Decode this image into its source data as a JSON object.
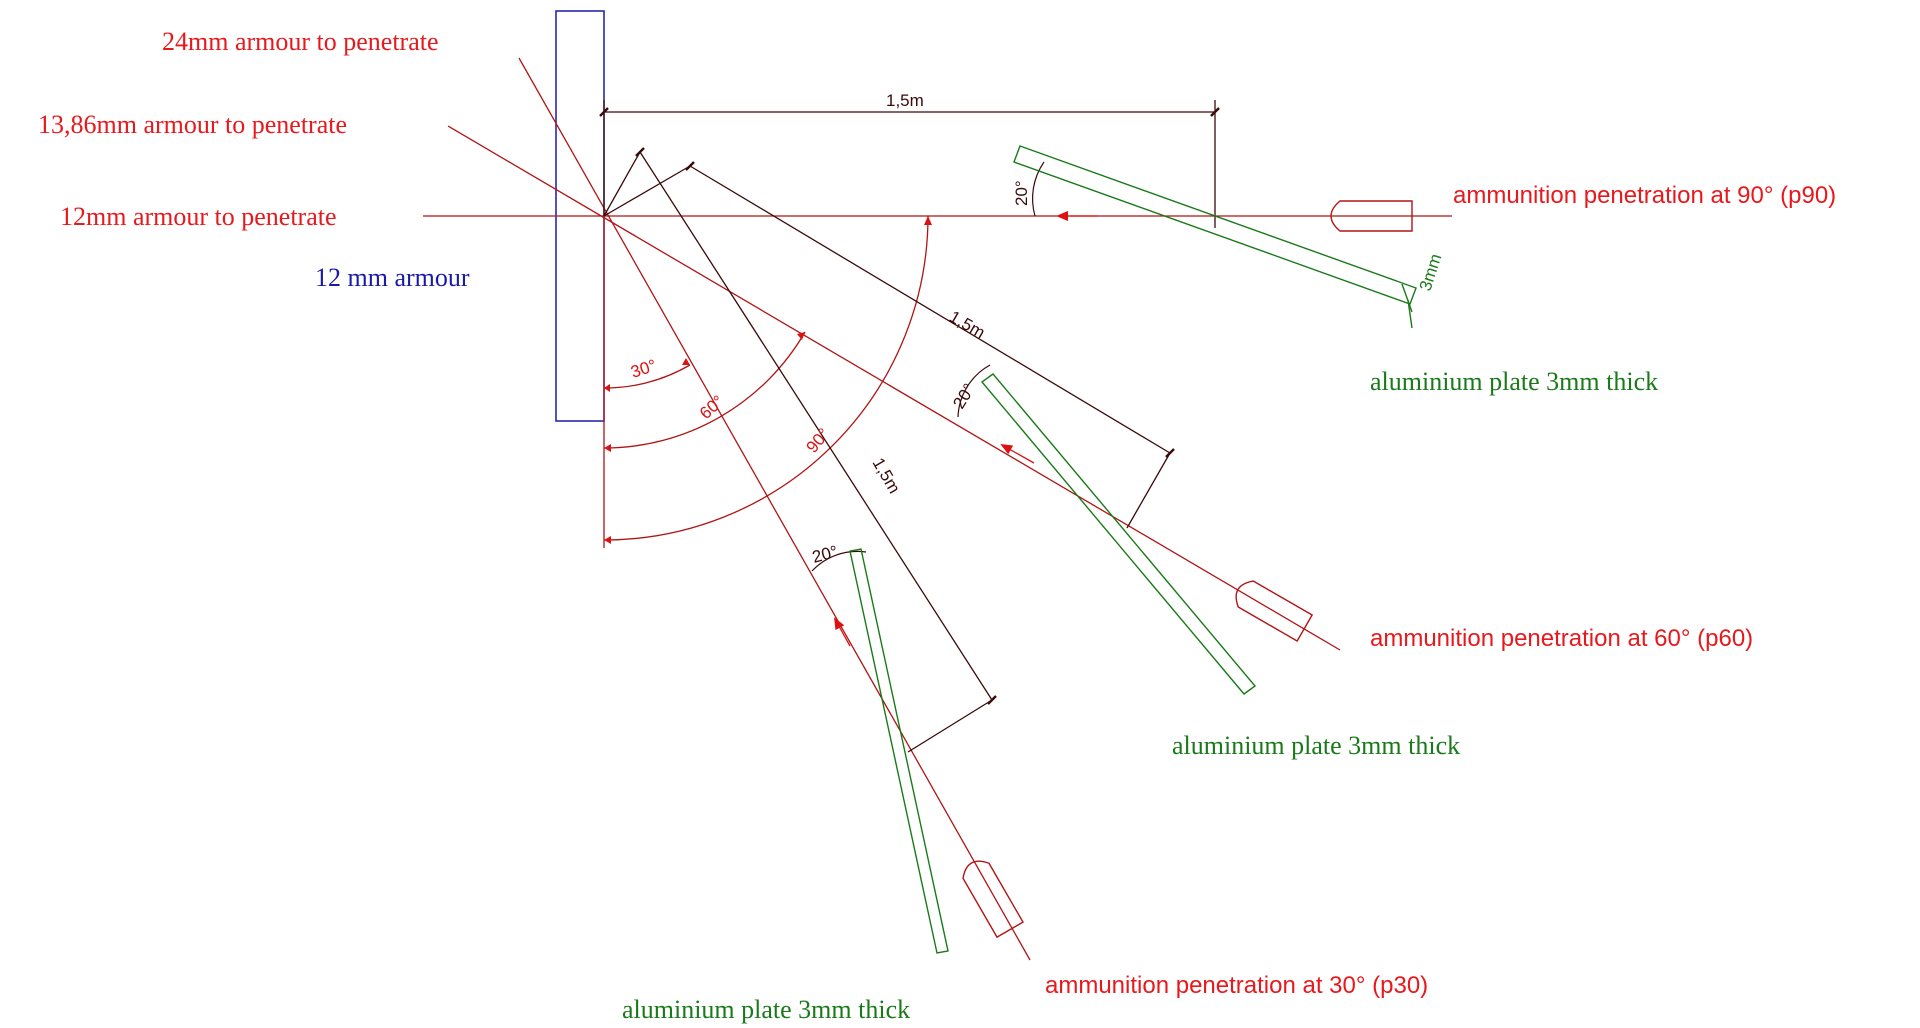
{
  "labels": {
    "armour24": "24mm armour to penetrate",
    "armour1386": "13,86mm armour to penetrate",
    "armour12": "12mm armour to penetrate",
    "armour_plate": "12 mm armour",
    "p90": "ammunition penetration at 90° (p90)",
    "p60": "ammunition penetration at 60° (p60)",
    "p30": "ammunition penetration at 30° (p30)",
    "plate_p90": "aluminium plate 3mm thick",
    "plate_p60": "aluminium plate 3mm thick",
    "plate_p30": "aluminium plate 3mm thick"
  },
  "dimensions": {
    "dist_p90": "1,5m",
    "dist_p60": "1,5m",
    "dist_p30": "1,5m",
    "plate_thickness": "3mm"
  },
  "angles": {
    "a30": "30°",
    "a60": "60°",
    "a90": "90°",
    "tilt_p90": "20°",
    "tilt_p60": "20°",
    "tilt_p30": "20°"
  },
  "colors": {
    "red_text": "#e8191d",
    "red_line": "#b01515",
    "blue": "#1a1aa8",
    "green": "#1a7a1a",
    "dim": "#5a1010"
  }
}
